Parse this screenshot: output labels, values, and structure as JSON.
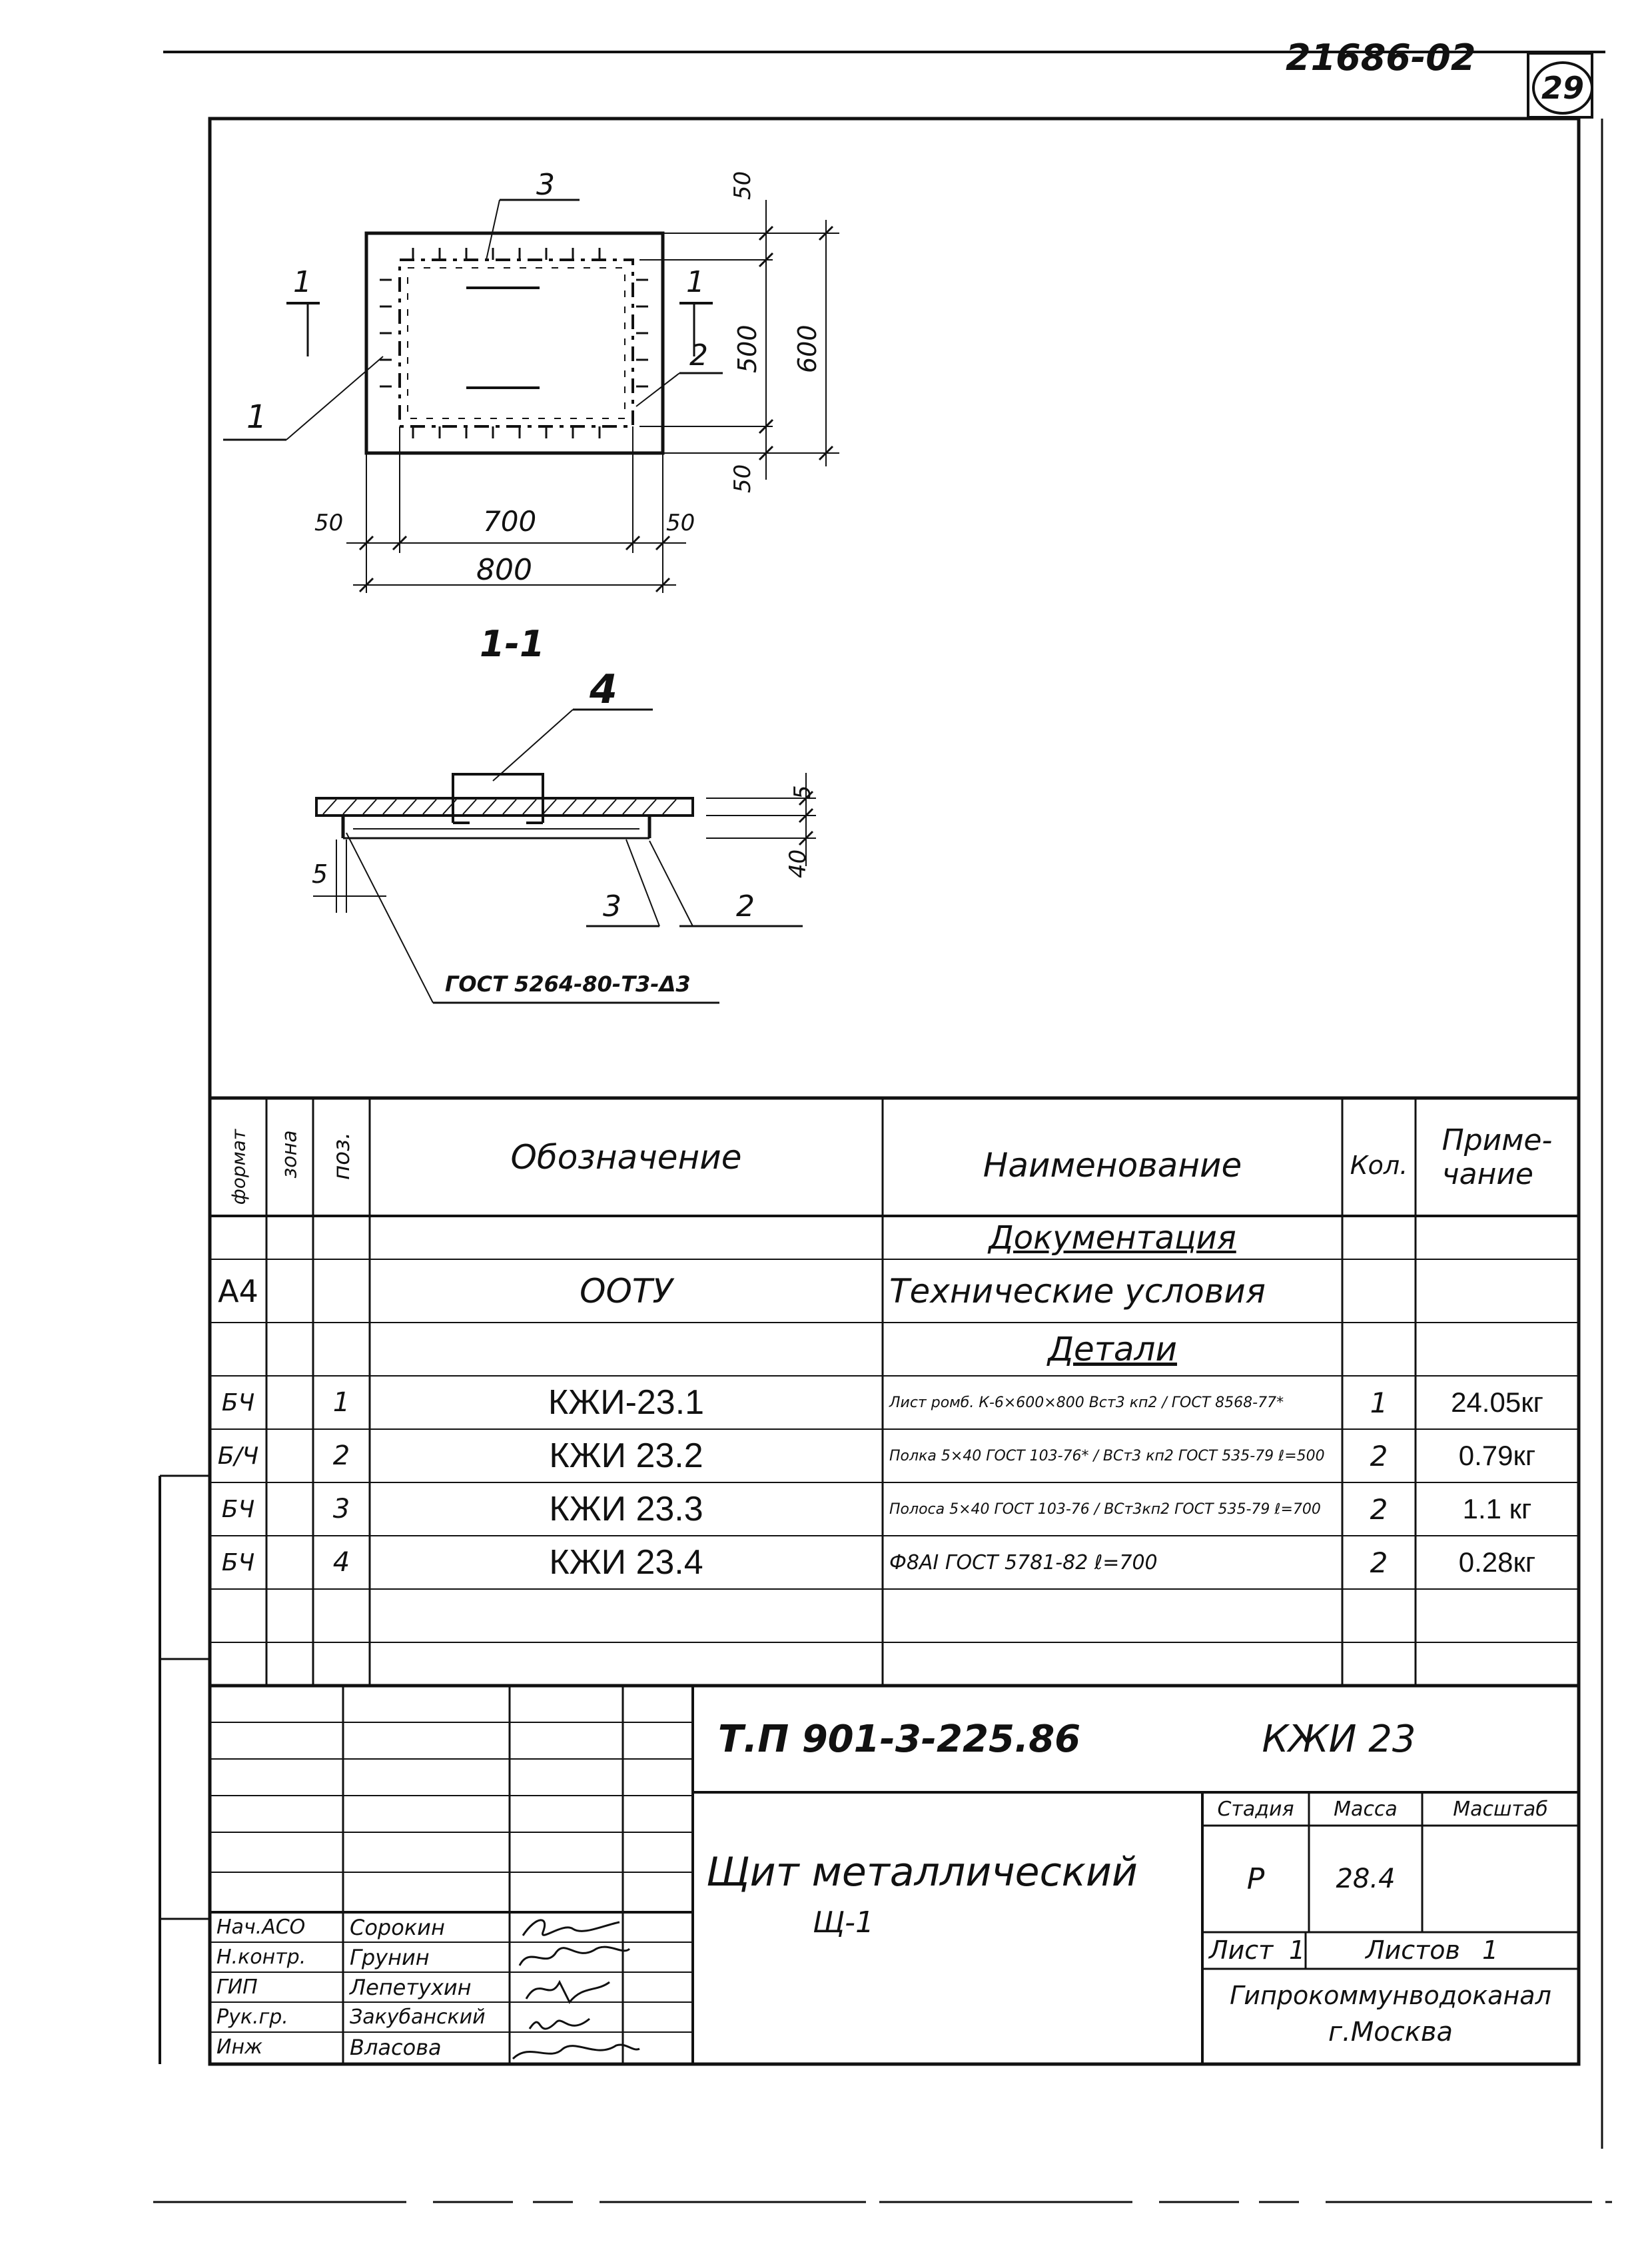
{
  "header": {
    "doc_number": "21686-02",
    "sheet_number": "29"
  },
  "drawing": {
    "plan": {
      "callouts": [
        "1",
        "2",
        "3"
      ],
      "section_mark": "1",
      "dimensions": {
        "top_edge": "50",
        "inner_height": "500",
        "bottom_edge": "50",
        "total_height": "600",
        "left_edge": "50",
        "inner_width": "700",
        "right_edge": "50",
        "total_width": "800"
      }
    },
    "section": {
      "title": "1-1",
      "callouts": [
        "4",
        "3",
        "2"
      ],
      "dimensions": {
        "plate_thickness": "5",
        "angle_height": "40",
        "weld_leg": "5"
      },
      "weld_note": "ГОСТ 5264-80-Т3-Δ3"
    }
  },
  "spec_table": {
    "headers": {
      "format": "формат",
      "zone": "зона",
      "pos": "поз.",
      "designation": "Обозначение",
      "name": "Наименование",
      "qty": "Кол.",
      "note": "Приме-\nчание"
    },
    "rows": [
      {
        "format": "",
        "zone": "",
        "pos": "",
        "designation": "",
        "name": "Документация",
        "name_style": "section",
        "qty": "",
        "note": ""
      },
      {
        "format": "А4",
        "zone": "",
        "pos": "",
        "designation": "ООТУ",
        "name": "Технические условия",
        "name_style": "normal",
        "qty": "",
        "note": ""
      },
      {
        "format": "",
        "zone": "",
        "pos": "",
        "designation": "",
        "name": "Детали",
        "name_style": "section",
        "qty": "",
        "note": ""
      },
      {
        "format": "БЧ",
        "zone": "",
        "pos": "1",
        "designation": "КЖИ-23.1",
        "name": "Лист ромб. К-6×600×800 Вст3 кп2 / ГОСТ 8568-77*",
        "name_style": "small",
        "qty": "1",
        "note": "24.05кг"
      },
      {
        "format": "Б/Ч",
        "zone": "",
        "pos": "2",
        "designation": "КЖИ 23.2",
        "name": "Полка 5×40 ГОСТ 103-76* / ВСт3 кп2 ГОСТ 535-79  ℓ=500",
        "name_style": "small",
        "qty": "2",
        "note": "0.79кг"
      },
      {
        "format": "БЧ",
        "zone": "",
        "pos": "3",
        "designation": "КЖИ 23.3",
        "name": "Полоса 5×40 ГОСТ 103-76 / ВСт3кп2 ГОСТ 535-79  ℓ=700",
        "name_style": "small",
        "qty": "2",
        "note": "1.1 кг"
      },
      {
        "format": "БЧ",
        "zone": "",
        "pos": "4",
        "designation": "КЖИ 23.4",
        "name": "Ф8АI ГОСТ 5781-82   ℓ=700",
        "name_style": "small",
        "qty": "2",
        "note": "0.28кг"
      },
      {
        "format": "",
        "zone": "",
        "pos": "",
        "designation": "",
        "name": "",
        "name_style": "normal",
        "qty": "",
        "note": ""
      }
    ]
  },
  "title_block": {
    "project_code": "Т.П 901-3-225.86",
    "doc_code": "КЖИ 23",
    "title_line1": "Щит металлический",
    "title_line2": "Щ-1",
    "stage_label": "Стадия",
    "mass_label": "Масса",
    "scale_label": "Масштаб",
    "stage_value": "Р",
    "mass_value": "28.4",
    "scale_value": "",
    "sheet_label": "Лист",
    "sheet_value": "1",
    "sheets_label": "Листов",
    "sheets_value": "1",
    "organization_line1": "Гипрокоммунводоканал",
    "organization_line2": "г.Москва",
    "staff": [
      {
        "role": "Нач.АСО",
        "name": "Сорокин",
        "signature": "signed"
      },
      {
        "role": "Н.контр.",
        "name": "Грунин",
        "signature": "signed"
      },
      {
        "role": "ГИП",
        "name": "Лепетухин",
        "signature": "signed"
      },
      {
        "role": "Рук.гр.",
        "name": "Закубанский",
        "signature": "signed"
      },
      {
        "role": "Инж",
        "name": "Власова",
        "signature": "signed"
      }
    ]
  }
}
